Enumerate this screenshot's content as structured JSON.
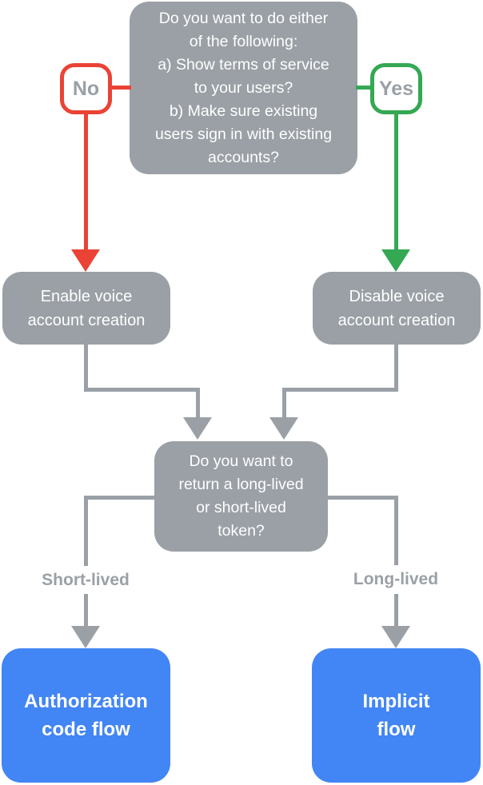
{
  "flowchart": {
    "colors": {
      "node_gray": "#9AA0A6",
      "accent_red": "#EA4335",
      "accent_green": "#34A853",
      "accent_blue": "#4285F4",
      "label_text_gray": "#9AA0A6",
      "node_text": "#FFFFFF"
    },
    "nodes": {
      "question_top": {
        "text": "Do you want to do either\nof the following:\na) Show terms of service\nto your users?\nb) Make sure existing\nusers sign in with existing\naccounts?"
      },
      "no_badge": {
        "label": "No"
      },
      "yes_badge": {
        "label": "Yes"
      },
      "enable_voice": {
        "text": "Enable voice\naccount creation"
      },
      "disable_voice": {
        "text": "Disable voice\naccount creation"
      },
      "question_token": {
        "text": "Do you want to\nreturn a long-lived\nor short-lived\ntoken?"
      },
      "short_lived_label": {
        "text": "Short-lived"
      },
      "long_lived_label": {
        "text": "Long-lived"
      },
      "auth_code_flow": {
        "text": "Authorization\ncode flow"
      },
      "implicit_flow": {
        "text": "Implicit\nflow"
      }
    }
  }
}
